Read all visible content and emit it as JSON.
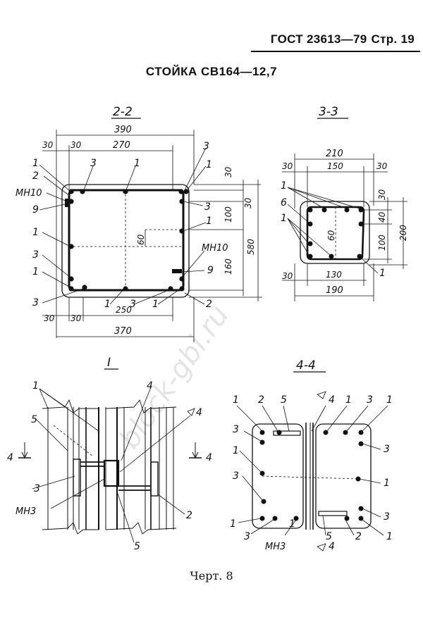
{
  "header": {
    "standard": "ГОСТ 23613—79",
    "page": "Стр. 19"
  },
  "title": "СТОЙКА СВ164—12,7",
  "caption": "Черт. 8",
  "watermark": "block-gbi.ru",
  "section_2_2": {
    "label": "2-2",
    "dims": {
      "overall_top": "390",
      "left_30": "30",
      "left_30b": "30",
      "inner_270": "270",
      "right_30a": "30",
      "right_30b": "30",
      "right_100": "100",
      "right_160": "160",
      "overall_right": "580",
      "inner_60": "60",
      "bottom_30a": "30",
      "bottom_30b": "30",
      "bottom_250": "250",
      "overall_bottom": "370"
    },
    "callouts": {
      "l1a": "1",
      "l2": "2",
      "lMH10": "МН10",
      "l9": "9",
      "l1b": "1",
      "l3a": "3",
      "l1c": "1",
      "l3b": "3",
      "t3": "3",
      "t1": "1",
      "r3a": "3",
      "r1a": "1",
      "r3b": "3",
      "r1b": "1",
      "rMH10": "МН10",
      "r9": "9",
      "b1": "1",
      "b3": "3",
      "b1b": "1",
      "b2": "2"
    }
  },
  "section_3_3": {
    "label": "3-3",
    "dims": {
      "top_210": "210",
      "l30": "30",
      "mid_150": "150",
      "r30": "30",
      "r30v": "30",
      "r40": "40",
      "r100": "100",
      "r200": "200",
      "in60": "60",
      "b30": "30",
      "b130": "130",
      "b190": "190"
    },
    "callouts": {
      "c1": "1",
      "c6": "6",
      "c1b": "1",
      "c1c": "1"
    }
  },
  "view_I": {
    "label": "I",
    "callouts": {
      "c1": "1",
      "c5": "5",
      "c4a": "4",
      "c4b": "4",
      "c3": "3",
      "cMH3": "МН3",
      "c2": "2",
      "c5b": "5"
    },
    "cut_left": "4",
    "cut_right": "4"
  },
  "section_4_4": {
    "label": "4-4",
    "callouts": {
      "t1": "1",
      "t2": "2",
      "t5": "5",
      "t4": "4",
      "t1b": "1",
      "t3": "3",
      "t1c": "1",
      "l3": "3",
      "l1": "1",
      "l3b": "3",
      "l1b": "1",
      "l3c": "3",
      "r3": "3",
      "r1": "1",
      "r3b": "3",
      "r1b": "1",
      "b1": "1",
      "bMH3": "МН3",
      "b4": "4",
      "b5": "5",
      "b2": "2"
    }
  }
}
